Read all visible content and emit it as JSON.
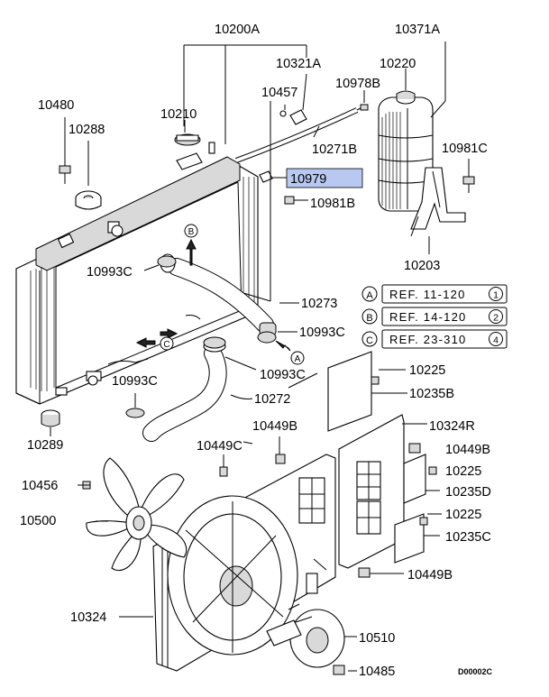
{
  "diagram_code": "D00002C",
  "highlight_color": "#b9c8f0",
  "parts": {
    "p10200A": "10200A",
    "p10371A": "10371A",
    "p10321A": "10321A",
    "p10220": "10220",
    "p10978B": "10978B",
    "p10457": "10457",
    "p10480": "10480",
    "p10210": "10210",
    "p10271B": "10271B",
    "p10288": "10288",
    "p10981C": "10981C",
    "p10979": "10979",
    "p10981B": "10981B",
    "p10203": "10203",
    "p10993C_a": "10993C",
    "p10273": "10273",
    "p10993C_b": "10993C",
    "p10993C_c": "10993C",
    "p10993C_d": "10993C",
    "p10272": "10272",
    "p10225_a": "10225",
    "p10235B": "10235B",
    "p10289": "10289",
    "p10449B_a": "10449B",
    "p10324R": "10324R",
    "p10449C": "10449C",
    "p10449B_b": "10449B",
    "p10225_b": "10225",
    "p10456": "10456",
    "p10235D": "10235D",
    "p10500": "10500",
    "p10225_c": "10225",
    "p10235C": "10235C",
    "p10449B_c": "10449B",
    "p10324": "10324",
    "p10510": "10510",
    "p10485": "10485"
  },
  "references": [
    {
      "mark": "A",
      "text": "REF. 11-120",
      "num": "1"
    },
    {
      "mark": "B",
      "text": "REF. 14-120",
      "num": "2"
    },
    {
      "mark": "C",
      "text": "REF. 23-310",
      "num": "4"
    }
  ],
  "callouts": {
    "A": "A",
    "B": "B",
    "C": "C"
  }
}
